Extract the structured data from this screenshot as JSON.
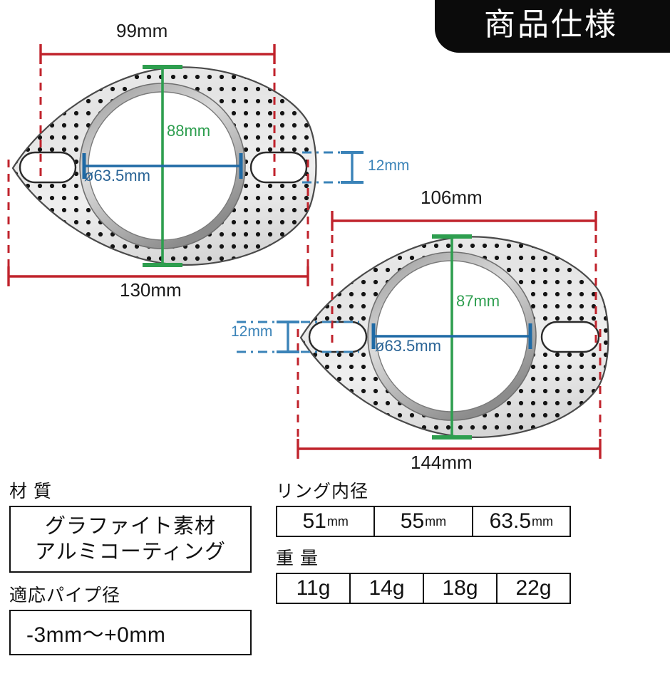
{
  "header": {
    "badge_title": "商品仕様"
  },
  "diagram": {
    "gaskets": [
      {
        "name": "gasket-small",
        "width_label": "99mm",
        "height_label": "88mm",
        "bore_label": "ø63.5mm",
        "slot_label": "12mm",
        "overall_label": "130mm"
      },
      {
        "name": "gasket-large",
        "width_label": "106mm",
        "height_label": "87mm",
        "bore_label": "ø63.5mm",
        "slot_label": "12mm",
        "overall_label": "144mm"
      }
    ],
    "colors": {
      "dimension_red": "#c0232c",
      "dimension_green": "#2e9e4f",
      "dimension_blue": "#1f6aa5",
      "gasket_body": "#e9e9e9",
      "gasket_rim": "#b9b9b9",
      "perforation": "#141414"
    }
  },
  "spec": {
    "material": {
      "heading": "材 質",
      "lines": [
        "グラファイト素材",
        "アルミコーティング"
      ]
    },
    "pipe_diameter": {
      "heading": "適応パイプ径",
      "value": "-3mm〜+0mm"
    },
    "ring_inner_diameter": {
      "heading": "リング内径",
      "cells": [
        {
          "value": "51",
          "unit": "mm"
        },
        {
          "value": "55",
          "unit": "mm"
        },
        {
          "value": "63.5",
          "unit": "mm"
        }
      ]
    },
    "weight": {
      "heading": "重 量",
      "cells": [
        {
          "value": "11",
          "unit": "g"
        },
        {
          "value": "14",
          "unit": "g"
        },
        {
          "value": "18",
          "unit": "g"
        },
        {
          "value": "22",
          "unit": "g"
        }
      ]
    }
  }
}
